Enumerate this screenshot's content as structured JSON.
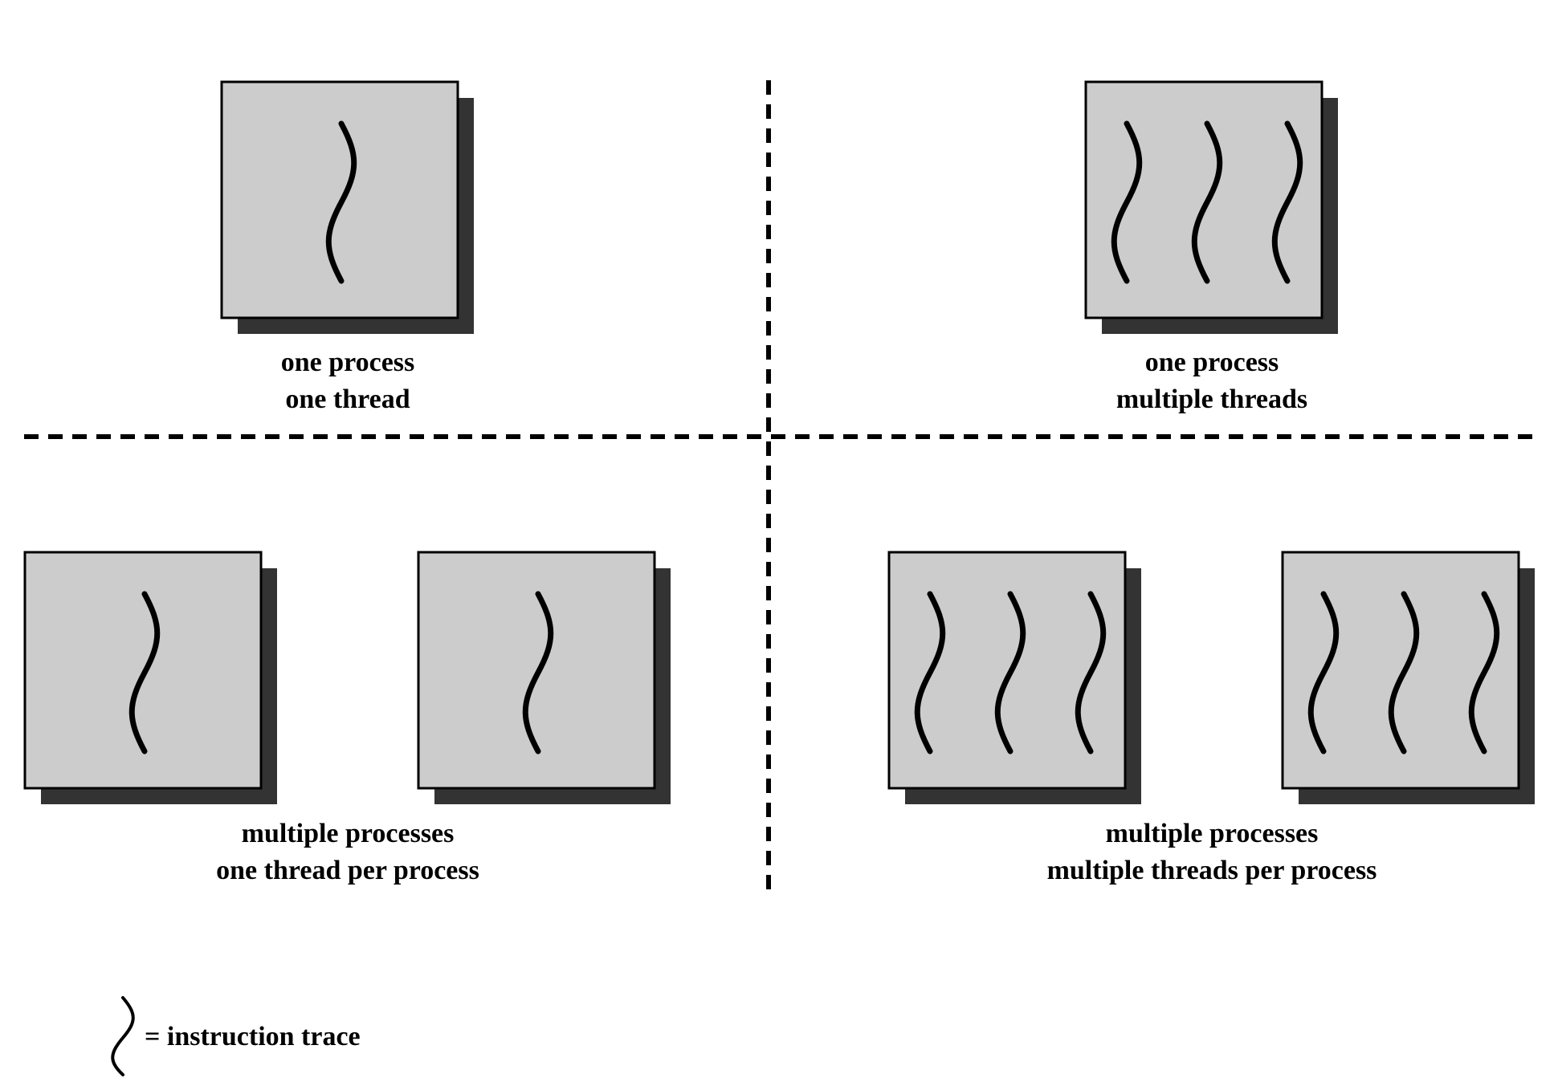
{
  "panels": [
    {
      "id": "one-process-one-thread",
      "caption_lines": [
        "one process",
        "one thread"
      ],
      "processes": [
        {
          "threads": 1
        }
      ]
    },
    {
      "id": "one-process-multiple-threads",
      "caption_lines": [
        "one process",
        "multiple threads"
      ],
      "processes": [
        {
          "threads": 3
        }
      ]
    },
    {
      "id": "multiple-processes-one-thread-per-process",
      "caption_lines": [
        "multiple processes",
        "one thread per process"
      ],
      "processes": [
        {
          "threads": 1
        },
        {
          "threads": 1
        }
      ]
    },
    {
      "id": "multiple-processes-multiple-threads-per-process",
      "caption_lines": [
        "multiple processes",
        "multiple threads per process"
      ],
      "processes": [
        {
          "threads": 3
        },
        {
          "threads": 3
        }
      ]
    }
  ],
  "legend": {
    "label": "= instruction trace",
    "icon": "instruction-trace-icon"
  },
  "colors": {
    "process_fill": "#cccccc",
    "shadow": "#333333",
    "stroke": "#000000"
  }
}
